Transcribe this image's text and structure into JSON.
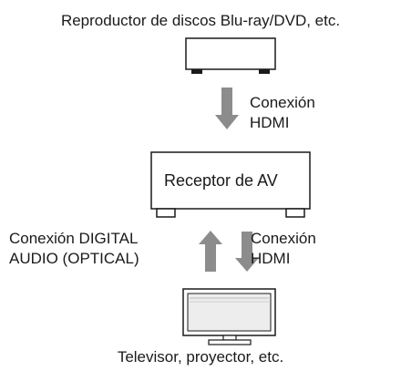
{
  "source_device": {
    "label": "Reproductor de discos Blu-ray/DVD, etc.",
    "icon": "bluray-player-icon"
  },
  "connection_top": {
    "line1": "Conexión",
    "line2": "HDMI",
    "direction": "down"
  },
  "receiver": {
    "label": "Receptor de AV"
  },
  "connection_left": {
    "line1": "Conexión DIGITAL",
    "line2": "AUDIO (OPTICAL)",
    "direction": "up"
  },
  "connection_right": {
    "line1": "Conexión",
    "line2": "HDMI",
    "direction": "down"
  },
  "display_device": {
    "label": "Televisor, proyector, etc.",
    "icon": "tv-icon"
  },
  "colors": {
    "arrow": "#8c8c8c",
    "outline": "#1a1a1a",
    "screen": "#ededed"
  }
}
